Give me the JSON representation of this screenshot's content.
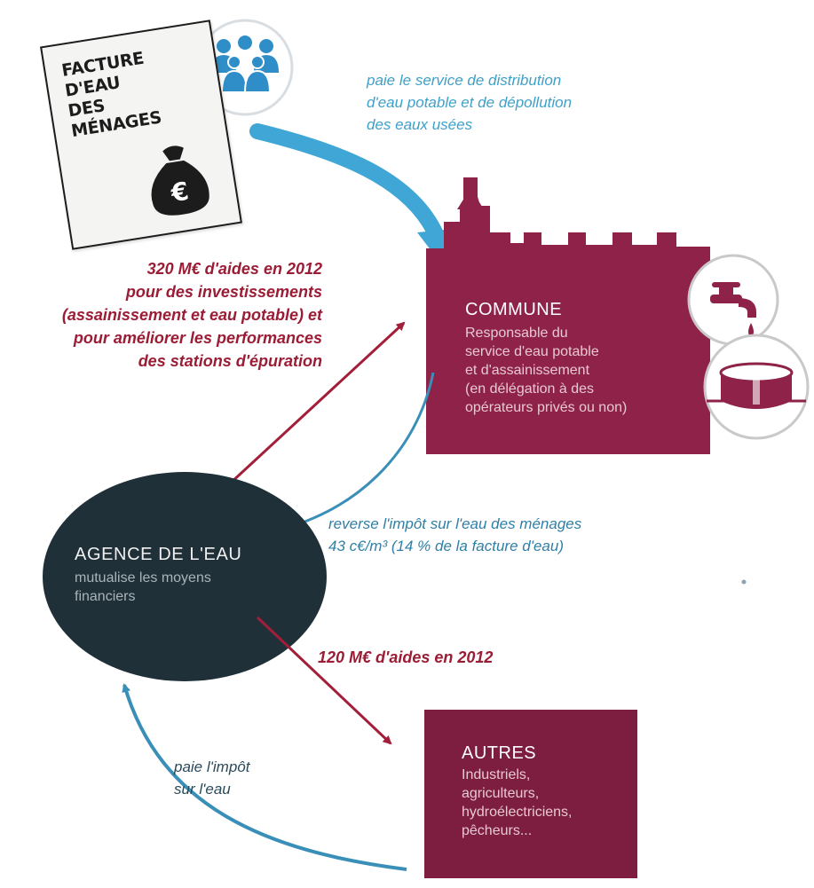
{
  "invoice": {
    "title_lines": [
      "FACTURE",
      "D'EAU",
      "DES",
      "MÉNAGES"
    ],
    "currency_symbol": "€"
  },
  "households": {
    "label_top": "paie le service de distribution",
    "label_mid": "d'eau potable et de dépollution",
    "label_bot": "des eaux usées"
  },
  "commune": {
    "title": "COMMUNE",
    "desc": [
      "Responsable du",
      "service d'eau potable",
      "et d'assainissement",
      "(en délégation à des",
      "opérateurs privés ou non)"
    ]
  },
  "aid_commune": {
    "lines": [
      "320 M€ d'aides en 2012",
      "pour des investissements",
      "(assainissement et eau potable) et",
      "pour améliorer les performances",
      "des stations d'épuration"
    ]
  },
  "reverse": {
    "line1": "reverse l'impôt sur l'eau des ménages",
    "line2": "43 c€/m³ (14 % de la facture d'eau)"
  },
  "agence": {
    "title": "AGENCE DE L'EAU",
    "desc": [
      "mutualise les moyens",
      "financiers"
    ]
  },
  "aid_autres": {
    "label": "120 M€ d'aides en 2012"
  },
  "tax": {
    "lines": [
      "paie l'impôt",
      "sur l'eau"
    ]
  },
  "autres": {
    "title": "AUTRES",
    "desc": [
      "Industriels,",
      "agriculteurs,",
      "hydroélectriciens,",
      "pêcheurs..."
    ]
  },
  "colors": {
    "blue": "#3ea0c9",
    "crimson": "#9b1c35",
    "commune_fill": "#8e2249",
    "autres_fill": "#7d1d3f",
    "agence_fill": "#203038"
  }
}
